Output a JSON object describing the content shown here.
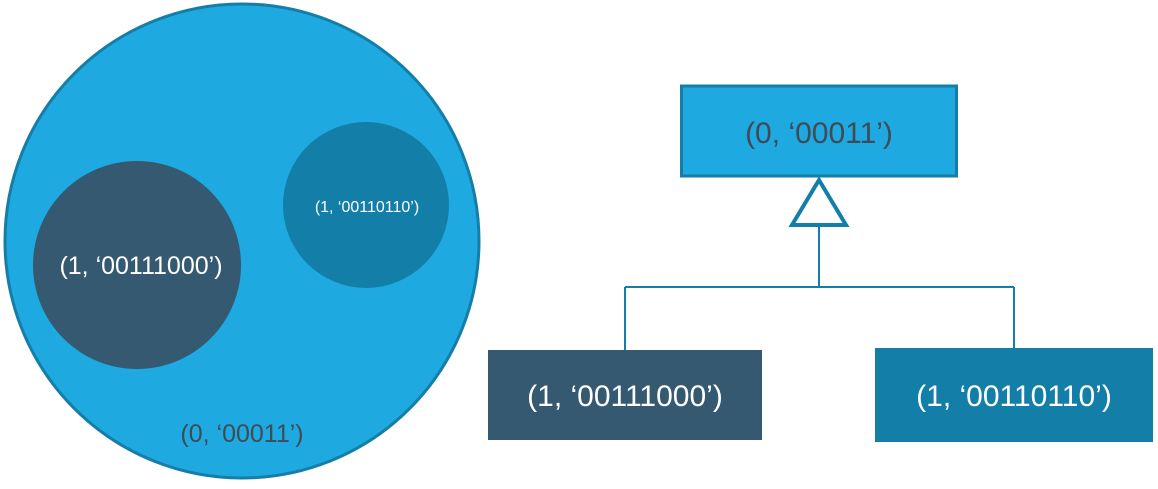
{
  "venn": {
    "outer_label": "(0, ‘00011’)",
    "inner_left_label": "(1, ‘00111000’)",
    "inner_right_label": "(1, ‘00110110’)"
  },
  "tree": {
    "parent_label": "(0, ‘00011’)",
    "child_left_label": "(1, ‘00111000’)",
    "child_right_label": "(1, ‘00110110’)"
  },
  "colors": {
    "outer_fill": "#1fa9e1",
    "outer_stroke": "#147ea8",
    "dark_slate": "#345970",
    "teal": "#137ea8",
    "label_dark": "#3f4b55",
    "label_light": "#ffffff"
  }
}
